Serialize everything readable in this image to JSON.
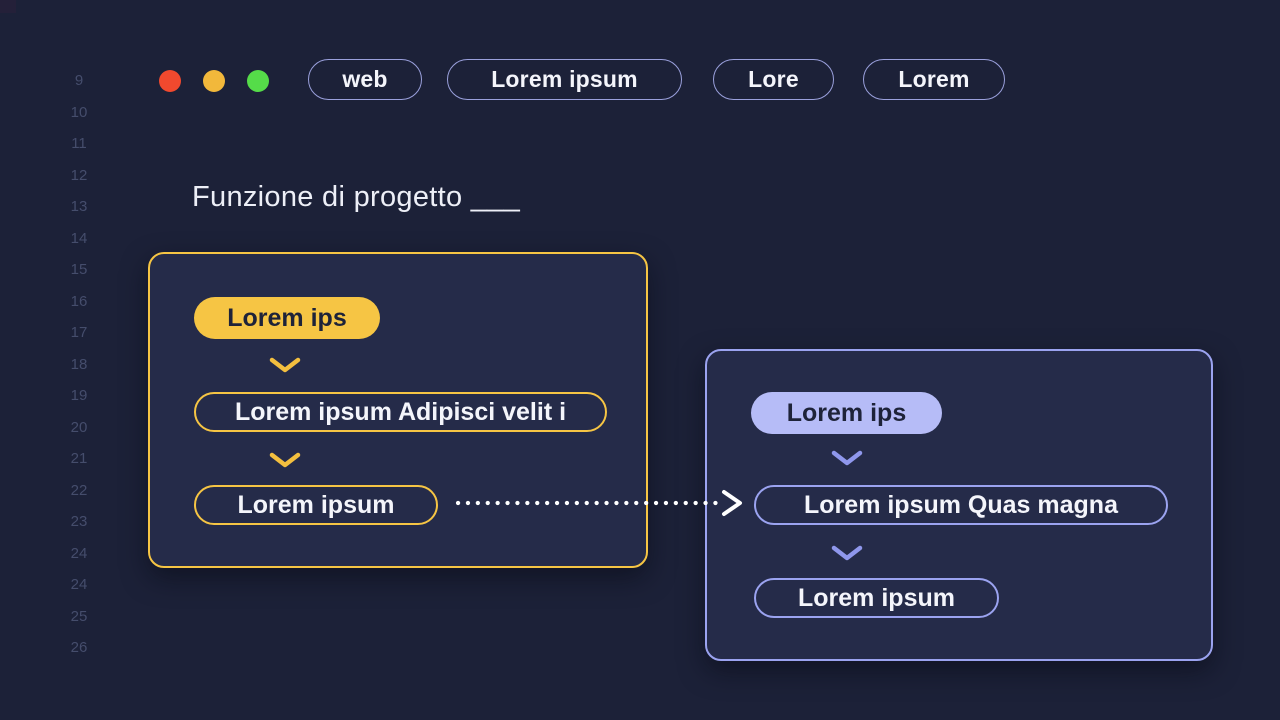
{
  "theme": {
    "page_bg": "#1c2138",
    "card_bg": "#252b49",
    "yellow_accent": "#f6c544",
    "lavender_accent": "#9ba3f0",
    "lavender_fill": "#b6bcf7",
    "text_light": "#f4f5fb",
    "text_dark": "#1e2339",
    "gutter_color": "#454d6c",
    "arrow_color": "#ffffff"
  },
  "window": {
    "controls": [
      {
        "name": "close",
        "color": "#f1492e"
      },
      {
        "name": "minimize",
        "color": "#f2b83b"
      },
      {
        "name": "maximize",
        "color": "#55dc49"
      }
    ]
  },
  "gutter": {
    "line_numbers": [
      "9",
      "10",
      "11",
      "12",
      "13",
      "14",
      "15",
      "16",
      "17",
      "18",
      "19",
      "20",
      "21",
      "22",
      "23",
      "24",
      "24",
      "25",
      "26"
    ]
  },
  "toolbar": {
    "tabs": [
      {
        "label": "web"
      },
      {
        "label": "Lorem ipsum"
      },
      {
        "label": "Lore"
      },
      {
        "label": "Lorem"
      }
    ]
  },
  "heading": {
    "title": "Funzione di progetto ___"
  },
  "flow_left": {
    "accent": "#f6c544",
    "steps": [
      {
        "label": "Lorem ips",
        "style": "filled"
      },
      {
        "label": "Lorem ipsum Adipisci velit i",
        "style": "outline"
      },
      {
        "label": "Lorem ipsum",
        "style": "outline"
      }
    ]
  },
  "flow_right": {
    "accent": "#9ba3f0",
    "steps": [
      {
        "label": "Lorem ips",
        "style": "filled"
      },
      {
        "label": "Lorem ipsum Quas magna",
        "style": "outline"
      },
      {
        "label": "Lorem ipsum",
        "style": "outline"
      }
    ]
  },
  "connector": {
    "style": "dotted",
    "direction": "right"
  }
}
